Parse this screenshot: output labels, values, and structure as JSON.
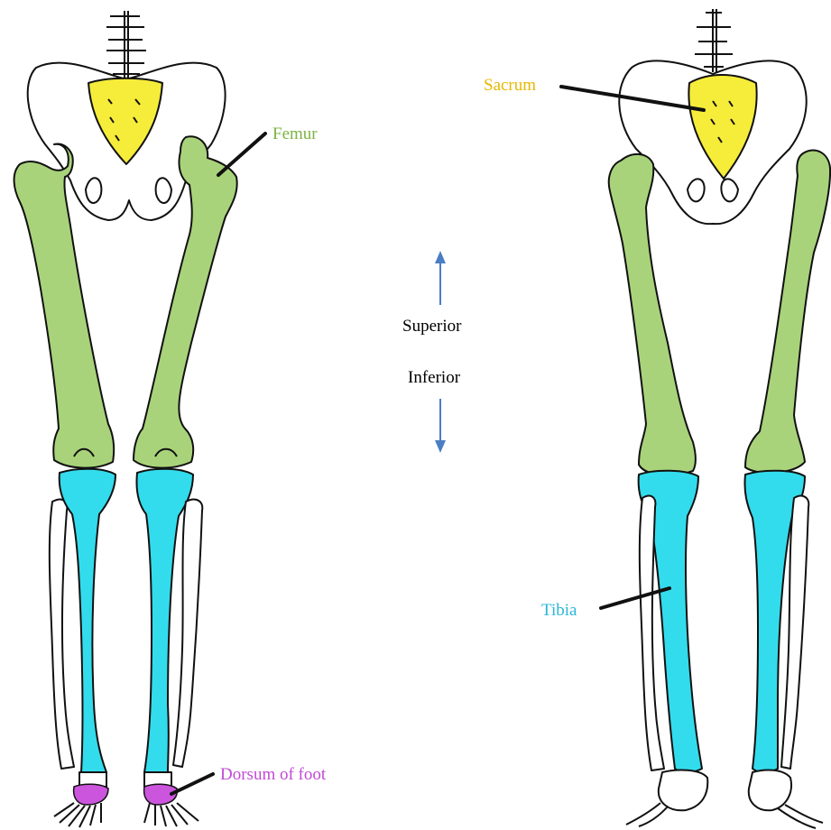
{
  "labels": {
    "femur": "Femur",
    "sacrum": "Sacrum",
    "tibia": "Tibia",
    "dorsum": "Dorsum of foot",
    "superior": "Superior",
    "inferior": "Inferior"
  },
  "colors": {
    "femur": "#a9d37a",
    "tibia": "#33dcec",
    "sacrum": "#f6ec3a",
    "dorsum": "#cc55dd",
    "arrow": "#4a7ec4",
    "femur_text": "#7cb342",
    "sacrum_text": "#e6b800",
    "tibia_text": "#29b6d9",
    "dorsum_text": "#c04ad6"
  }
}
